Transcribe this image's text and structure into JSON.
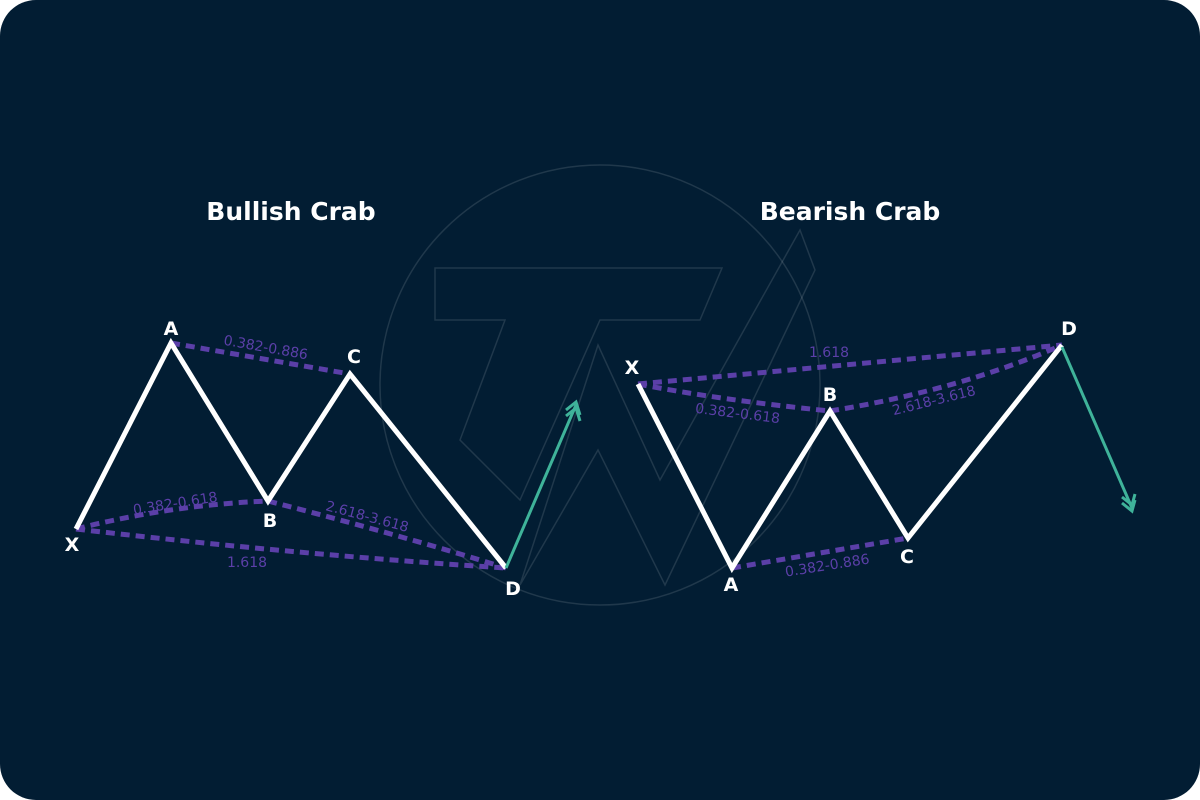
{
  "colors": {
    "background": "#021d33",
    "pattern_line": "#ffffff",
    "ratio_line": "#5b3fa8",
    "arrow": "#3fb39a"
  },
  "watermark": {
    "icon": "logo-watermark-icon"
  },
  "bullish": {
    "title": "Bullish Crab",
    "points": {
      "X": "X",
      "A": "A",
      "B": "B",
      "C": "C",
      "D": "D"
    },
    "ratios": {
      "ac": "0.382-0.886",
      "xb": "0.382-0.618",
      "bd": "2.618-3.618",
      "xd": "1.618"
    },
    "arrow": "up"
  },
  "bearish": {
    "title": "Bearish Crab",
    "points": {
      "X": "X",
      "A": "A",
      "B": "B",
      "C": "C",
      "D": "D"
    },
    "ratios": {
      "xd": "1.618",
      "xb": "0.382-0.618",
      "bd": "2.618-3.618",
      "ac": "0.382-0.886"
    },
    "arrow": "down"
  }
}
